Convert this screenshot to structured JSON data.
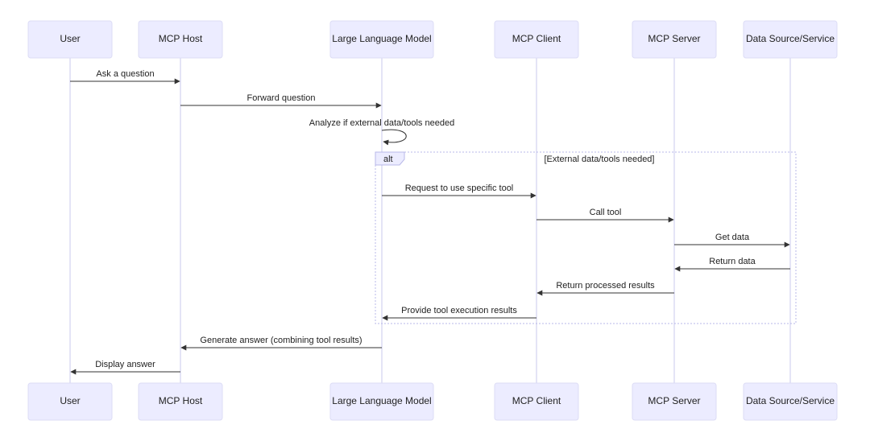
{
  "participants": [
    {
      "id": "user",
      "label": "User"
    },
    {
      "id": "host",
      "label": "MCP Host"
    },
    {
      "id": "llm",
      "label": "Large Language Model"
    },
    {
      "id": "client",
      "label": "MCP Client"
    },
    {
      "id": "server",
      "label": "MCP Server"
    },
    {
      "id": "source",
      "label": "Data Source/Service"
    }
  ],
  "messages": [
    {
      "from": "user",
      "to": "host",
      "label": "Ask a question"
    },
    {
      "from": "host",
      "to": "llm",
      "label": "Forward question"
    },
    {
      "from": "llm",
      "to": "llm",
      "label": "Analyze if external data/tools needed",
      "self": true
    },
    {
      "from": "llm",
      "to": "client",
      "label": "Request to use specific tool"
    },
    {
      "from": "client",
      "to": "server",
      "label": "Call tool"
    },
    {
      "from": "server",
      "to": "source",
      "label": "Get data"
    },
    {
      "from": "source",
      "to": "server",
      "label": "Return data"
    },
    {
      "from": "server",
      "to": "client",
      "label": "Return processed results"
    },
    {
      "from": "client",
      "to": "llm",
      "label": "Provide tool execution results"
    },
    {
      "from": "llm",
      "to": "host",
      "label": "Generate answer (combining tool results)"
    },
    {
      "from": "host",
      "to": "user",
      "label": "Display answer"
    }
  ],
  "alt_block": {
    "keyword": "alt",
    "condition": "[External data/tools needed]",
    "first_message": 3,
    "last_message": 8
  }
}
